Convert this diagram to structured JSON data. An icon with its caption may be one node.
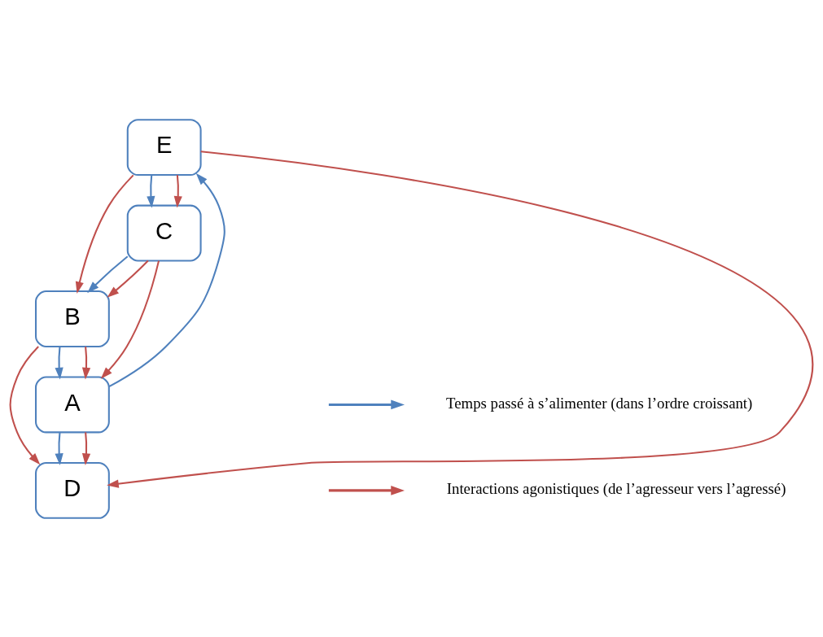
{
  "diagram": {
    "nodes": [
      {
        "text": [
          "E"
        ]
      },
      {
        "text": [
          "C"
        ]
      },
      {
        "text": [
          "B"
        ]
      },
      {
        "text": [
          "A"
        ]
      },
      {
        "text": [
          "D"
        ]
      }
    ],
    "edges": [
      {
        "from": 0,
        "to": 1,
        "arrow": "to",
        "color": "#4f81bd"
      },
      {
        "from": 1,
        "to": 2,
        "arrow": "to",
        "color": "#4f81bd"
      },
      {
        "from": 2,
        "to": 3,
        "arrow": "to",
        "color": "#4f81bd"
      },
      {
        "from": 3,
        "to": 4,
        "arrow": "to",
        "color": "#4f81bd"
      },
      {
        "from": 3,
        "to": 0,
        "arrow": "to",
        "color": "#4f81bd"
      },
      {
        "from": 0,
        "to": 1,
        "arrow": "to"
      },
      {
        "from": 0,
        "to": 2,
        "arrow": "to"
      },
      {
        "from": 1,
        "to": 2,
        "arrow": "to"
      },
      {
        "from": 1,
        "to": 3,
        "arrow": "to"
      },
      {
        "from": 2,
        "to": 3,
        "arrow": "to"
      },
      {
        "from": 2,
        "to": 4,
        "arrow": "to"
      },
      {
        "from": 3,
        "to": 4,
        "arrow": "to"
      },
      {
        "from": 0,
        "to": 4,
        "arrow": "to"
      }
    ],
    "legend": [
      {
        "text": "Temps passé à s’alimenter (dans l’ordre croissant)"
      },
      {
        "text": "Interactions agonistiques (de l’agresseur vers l’agressé)"
      }
    ]
  }
}
